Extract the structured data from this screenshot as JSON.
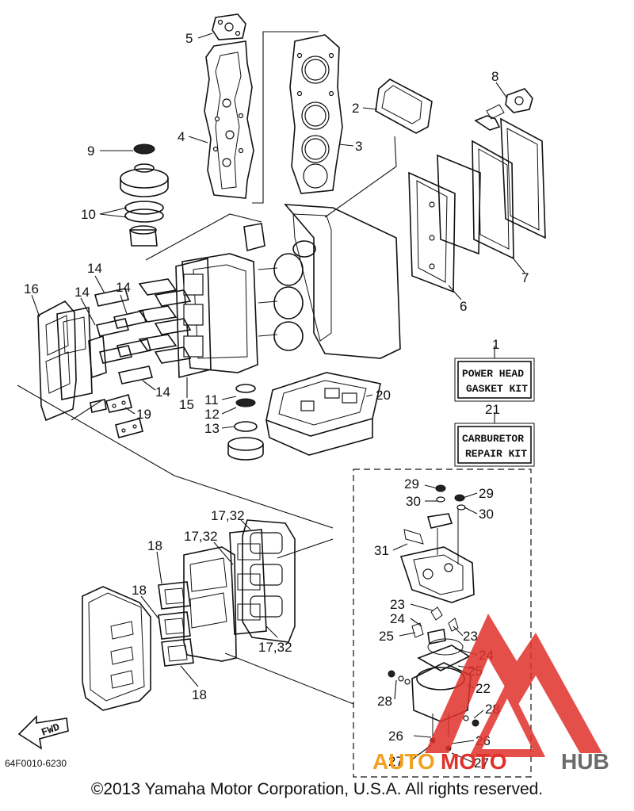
{
  "diagram": {
    "document_code": "64F0010-6230",
    "copyright": "©2013 Yamaha Motor Corporation, U.S.A. All rights reserved.",
    "fwd_label": "FWD",
    "kits": {
      "power_head": {
        "number": "1",
        "line1": "POWER HEAD",
        "line2": "GASKET KIT"
      },
      "carburetor": {
        "number": "21",
        "line1": "CARBURETOR",
        "line2": "REPAIR KIT"
      }
    },
    "callouts": {
      "c2": "2",
      "c3": "3",
      "c4": "4",
      "c5": "5",
      "c6": "6",
      "c7": "7",
      "c8": "8",
      "c9": "9",
      "c10": "10",
      "c11": "11",
      "c12": "12",
      "c13": "13",
      "c14a": "14",
      "c14b": "14",
      "c14c": "14",
      "c14d": "14",
      "c15": "15",
      "c16": "16",
      "c19": "19",
      "c20": "20",
      "c17a": "17,32",
      "c17b": "17,32",
      "c17c": "17,32",
      "c18a": "18",
      "c18b": "18",
      "c18c": "18",
      "c29a": "29",
      "c29b": "29",
      "c30a": "30",
      "c30b": "30",
      "c31": "31",
      "c23a": "23",
      "c23b": "23",
      "c24a": "24",
      "c24b": "24",
      "c25a": "25",
      "c25b": "25",
      "c22": "22",
      "c28a": "28",
      "c28b": "28",
      "c26a": "26",
      "c26b": "26",
      "c27a": "27",
      "c27b": "27"
    },
    "watermark": {
      "part1": "AUTO",
      "part2": "MOTO",
      "part3": "HUB"
    },
    "colors": {
      "watermark_red": "#e0312b",
      "watermark_orange": "#f2a020",
      "watermark_gray": "#6b6b6b"
    }
  }
}
